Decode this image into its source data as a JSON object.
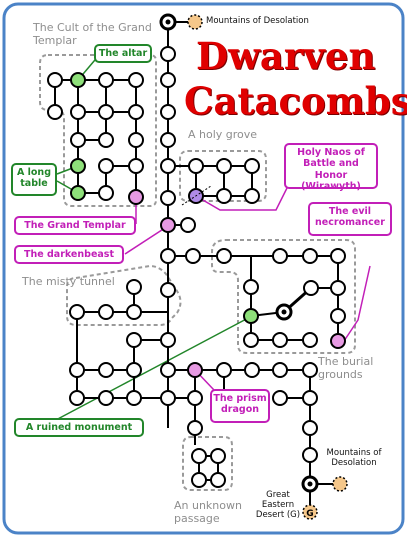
{
  "title": {
    "line1": "Dwarven",
    "line2": "Catacombs",
    "color": "#e00000"
  },
  "regions": {
    "cult": "The Cult of the Grand Templar",
    "holy_grove": "A holy grove",
    "misty_tunnel": "The misty tunnel",
    "burial": "The burial grounds",
    "unknown_passage": "An unknown passage"
  },
  "exits": {
    "north": "Mountains of Desolation",
    "east_lower": "Mountains of Desolation",
    "south": "Great Eastern Desert (G)",
    "south_marker": "G"
  },
  "callouts": {
    "altar": "The altar",
    "long_table": "A long table",
    "grand_templar": "The Grand Templar",
    "darkenbeast": "The darkenbeast",
    "holy_naos": "Holy Naos of Battle and Honor (Wirawyth)",
    "evil_necromancer": "The evil necromancer",
    "prism_dragon": "The prism dragon",
    "ruined_monument": "A ruined monument"
  },
  "legend_colors": {
    "landmark": "#8ee07a",
    "npc": "#e79ae3",
    "holy": "#b08be8",
    "exit": "#f5c78a",
    "landmark_border": "#22862a",
    "npc_border": "#c21fb8"
  }
}
